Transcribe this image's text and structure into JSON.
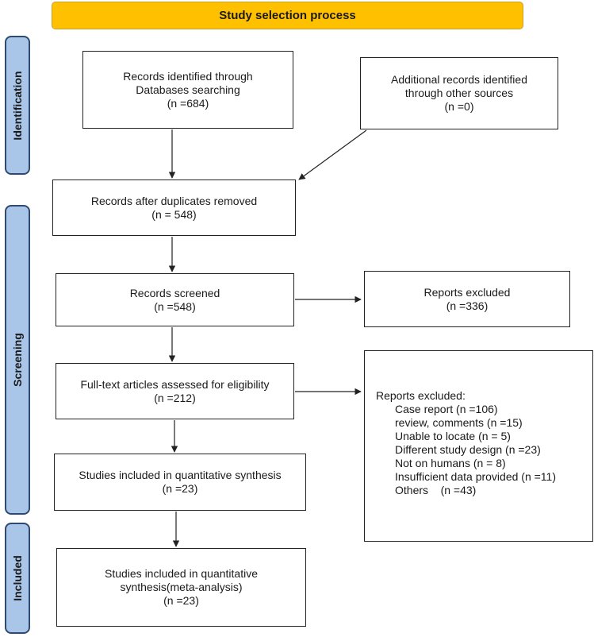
{
  "title": "Study selection process",
  "phases": {
    "identification": "Identification",
    "screening": "Screening",
    "included": "Included"
  },
  "boxes": {
    "records_identified": [
      "Records identified through",
      "Databases searching",
      "(n =684)"
    ],
    "additional_records": [
      "Additional records identified",
      "through other sources",
      "(n =0)"
    ],
    "after_duplicates": [
      "Records after duplicates removed",
      "(n = 548)"
    ],
    "records_screened": [
      "Records screened",
      "(n =548)"
    ],
    "reports_excluded_1": [
      "Reports excluded",
      "(n =336)"
    ],
    "full_text": [
      "Full-text articles assessed for eligibility",
      "(n =212)"
    ],
    "quantitative": [
      "Studies included in quantitative synthesis",
      "(n =23)"
    ],
    "meta_analysis": [
      "Studies included in quantitative",
      "synthesis(meta-analysis)",
      "(n =23)"
    ]
  },
  "exclusions": {
    "heading": "Reports excluded:",
    "items": [
      "Case report (n =106)",
      "review, comments (n =15)",
      "Unable to locate (n = 5)",
      "Different study design (n =23)",
      "Not on humans (n = 8)",
      "Insufficient data provided (n =11)",
      "Others    (n =43)"
    ]
  }
}
